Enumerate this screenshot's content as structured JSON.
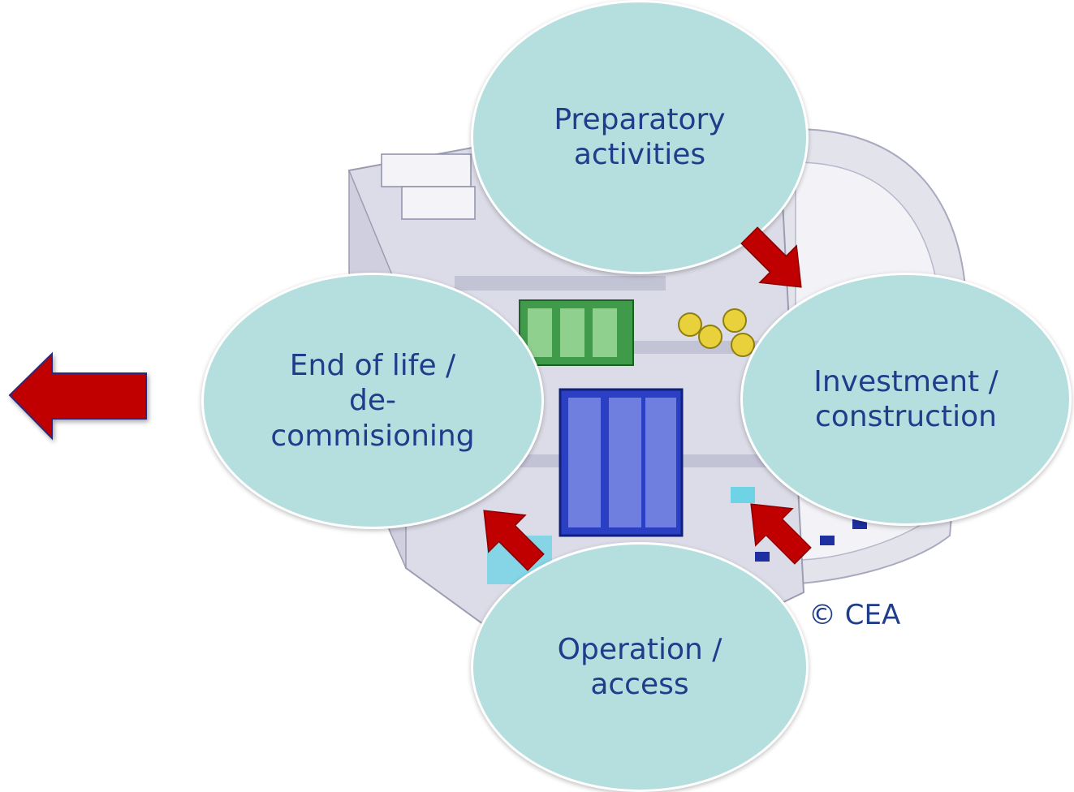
{
  "stages": {
    "preparatory": "Preparatory\nactivities",
    "investment": "Investment /\nconstruction",
    "operation": "Operation /\naccess",
    "end_of_life": "End of life /\nde-\ncommisioning"
  },
  "copyright": "© CEA",
  "colors": {
    "bubble_fill": "#b5dede",
    "text": "#1f3d8a",
    "arrow": "#c00000"
  },
  "icons": {
    "background": "facility-cutaway-illustration",
    "cycle_arrows": "arrow-icon",
    "side_arrow": "left-arrow-icon"
  }
}
